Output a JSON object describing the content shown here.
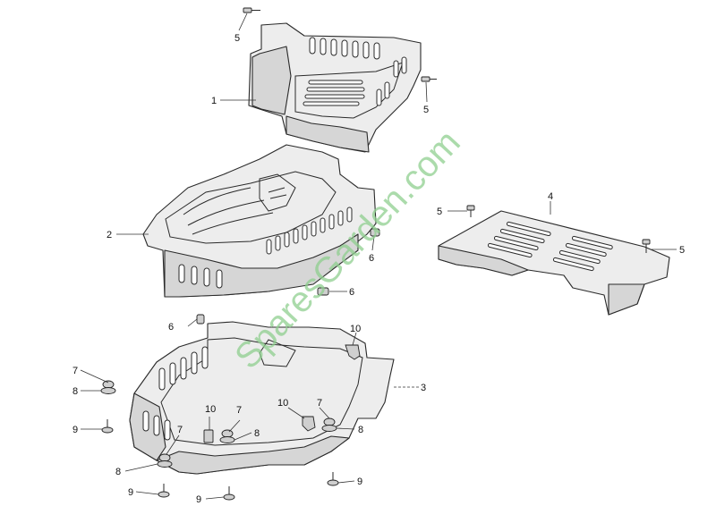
{
  "watermark": {
    "text": "SparesGarden.com",
    "color": "#8fcf8f"
  },
  "parts": [
    {
      "id": "top-cover",
      "label": "1"
    },
    {
      "id": "middle-housing",
      "label": "2"
    },
    {
      "id": "base-tray",
      "label": "3"
    },
    {
      "id": "side-grille",
      "label": "4"
    }
  ],
  "callouts": {
    "c1": "1",
    "c2": "2",
    "c3": "3",
    "c4": "4",
    "c5a": "5",
    "c5b": "5",
    "c5c": "5",
    "c5d": "5",
    "c6a": "6",
    "c6b": "6",
    "c6c": "6",
    "c7a": "7",
    "c7b": "7",
    "c7c": "7",
    "c7d": "7",
    "c8a": "8",
    "c8b": "8",
    "c8c": "8",
    "c8d": "8",
    "c9a": "9",
    "c9b": "9",
    "c9c": "9",
    "c9d": "9",
    "c10a": "10",
    "c10b": "10",
    "c10c": "10"
  },
  "colors": {
    "line": "#2a2a2a",
    "fill": "#ededed",
    "background": "#ffffff"
  }
}
